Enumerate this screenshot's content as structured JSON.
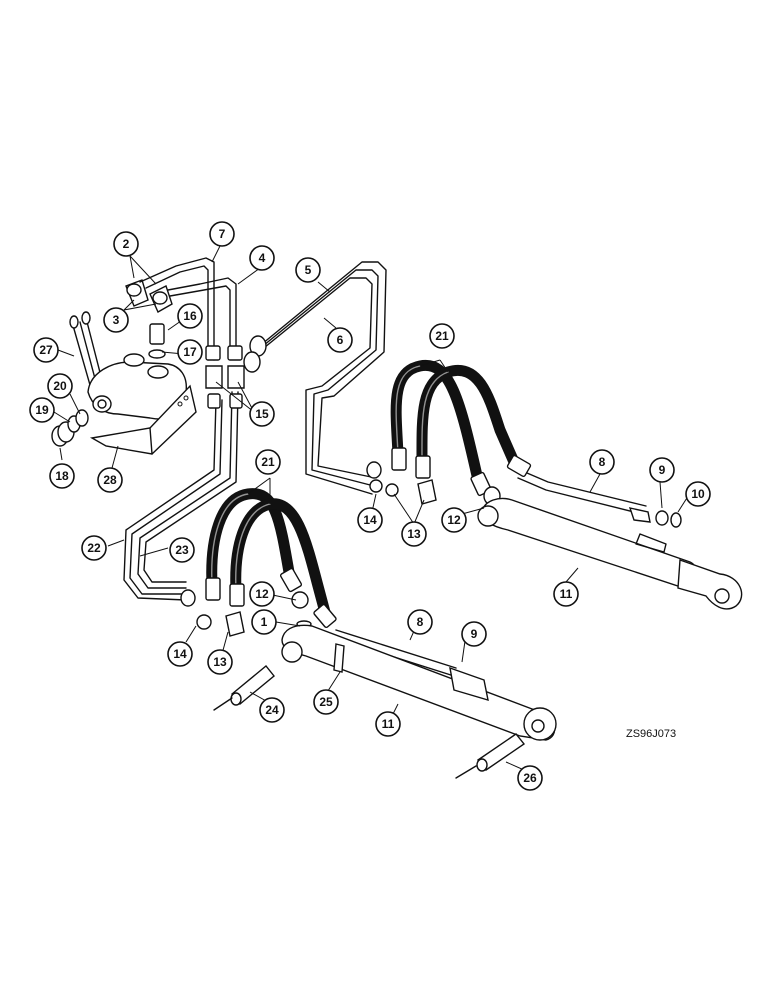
{
  "figure_code": "ZS96J073",
  "callouts": [
    {
      "id": "c2",
      "label": "2"
    },
    {
      "id": "c7",
      "label": "7"
    },
    {
      "id": "c4",
      "label": "4"
    },
    {
      "id": "c5",
      "label": "5"
    },
    {
      "id": "c3",
      "label": "3"
    },
    {
      "id": "c16",
      "label": "16"
    },
    {
      "id": "c6",
      "label": "6"
    },
    {
      "id": "c27",
      "label": "27"
    },
    {
      "id": "c17",
      "label": "17"
    },
    {
      "id": "c21a",
      "label": "21"
    },
    {
      "id": "c20",
      "label": "20"
    },
    {
      "id": "c19",
      "label": "19"
    },
    {
      "id": "c15",
      "label": "15"
    },
    {
      "id": "c18",
      "label": "18"
    },
    {
      "id": "c28",
      "label": "28"
    },
    {
      "id": "c21b",
      "label": "21"
    },
    {
      "id": "c8a",
      "label": "8"
    },
    {
      "id": "c9a",
      "label": "9"
    },
    {
      "id": "c10",
      "label": "10"
    },
    {
      "id": "c14a",
      "label": "14"
    },
    {
      "id": "c13a",
      "label": "13"
    },
    {
      "id": "c12a",
      "label": "12"
    },
    {
      "id": "c22",
      "label": "22"
    },
    {
      "id": "c23",
      "label": "23"
    },
    {
      "id": "c11a",
      "label": "11"
    },
    {
      "id": "c12b",
      "label": "12"
    },
    {
      "id": "c1",
      "label": "1"
    },
    {
      "id": "c8b",
      "label": "8"
    },
    {
      "id": "c9b",
      "label": "9"
    },
    {
      "id": "c14b",
      "label": "14"
    },
    {
      "id": "c13b",
      "label": "13"
    },
    {
      "id": "c24",
      "label": "24"
    },
    {
      "id": "c25",
      "label": "25"
    },
    {
      "id": "c11b",
      "label": "11"
    },
    {
      "id": "c26",
      "label": "26"
    }
  ]
}
